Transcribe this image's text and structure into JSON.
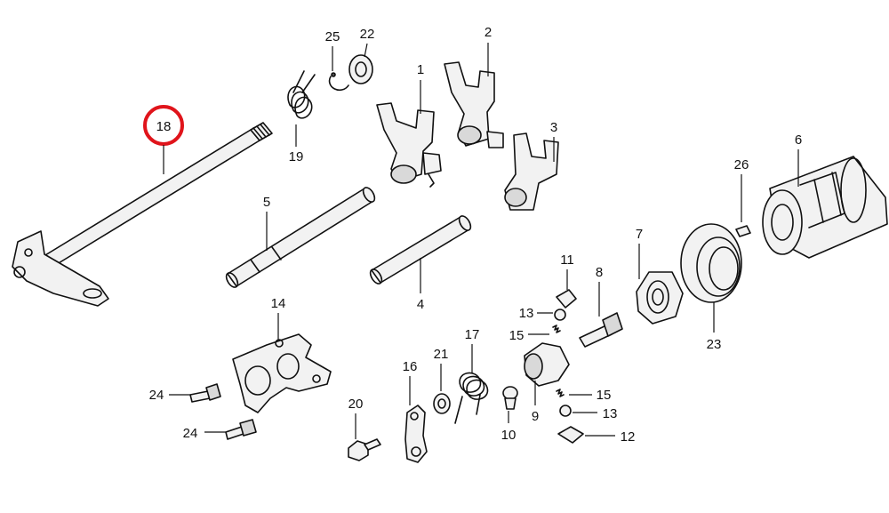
{
  "highlight_color": "#e0141b",
  "parts": {
    "p1": "1",
    "p2": "2",
    "p3": "3",
    "p4": "4",
    "p5": "5",
    "p6": "6",
    "p7": "7",
    "p8": "8",
    "p9": "9",
    "p10": "10",
    "p11": "11",
    "p12": "12",
    "p13a": "13",
    "p13b": "13",
    "p14": "14",
    "p15a": "15",
    "p15b": "15",
    "p16": "16",
    "p17": "17",
    "p18": "18",
    "p19": "19",
    "p20": "20",
    "p21": "21",
    "p22": "22",
    "p23": "23",
    "p24a": "24",
    "p24b": "24",
    "p25": "25",
    "p26": "26"
  }
}
